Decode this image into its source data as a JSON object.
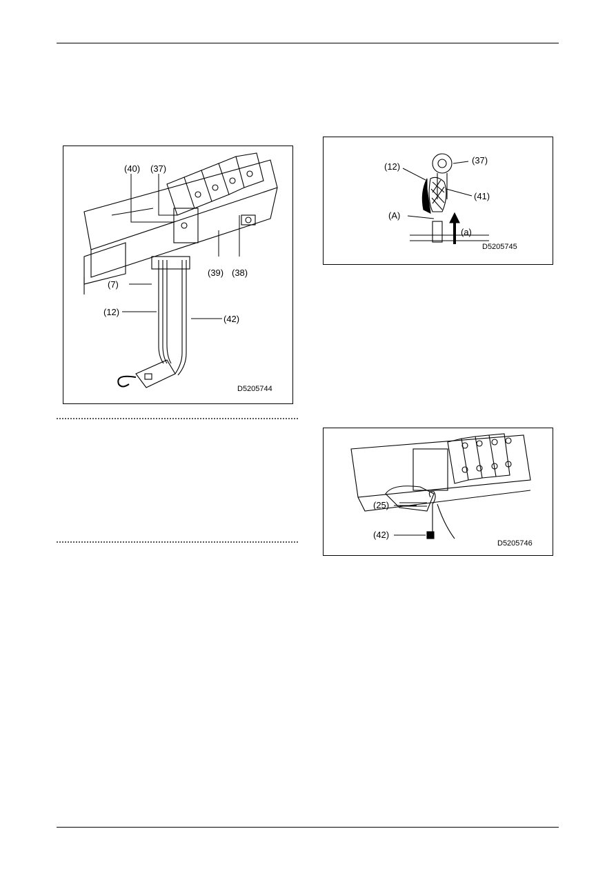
{
  "figures": [
    {
      "id": "fig1",
      "code": "D5205744",
      "callouts": [
        "(40)",
        "(37)",
        "(39)",
        "(38)",
        "(7)",
        "(12)",
        "(42)"
      ]
    },
    {
      "id": "fig2",
      "code": "D5205745",
      "callouts": [
        "(12)",
        "(37)",
        "(41)",
        "(A)",
        "(a)"
      ]
    },
    {
      "id": "fig3",
      "code": "D5205746",
      "callouts": [
        "(25)",
        "(42)"
      ]
    }
  ]
}
